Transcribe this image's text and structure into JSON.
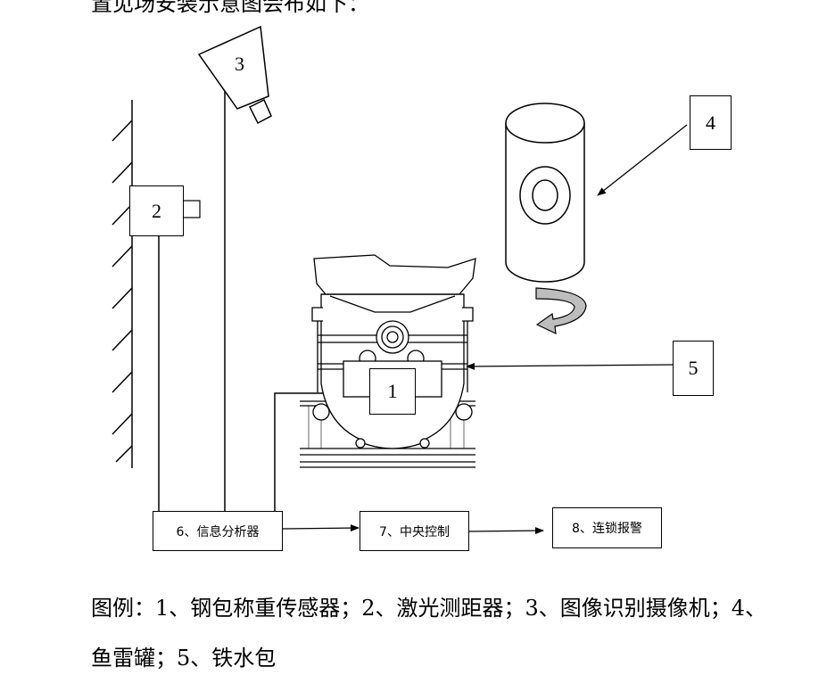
{
  "top_text": "置见场安装示意图会布如下：",
  "callouts": {
    "c1": "1",
    "c2": "2",
    "c3": "3",
    "c4": "4",
    "c5": "5"
  },
  "flow": {
    "box6": "6、信息分析器",
    "box7": "7、中央控制",
    "box8": "8、连锁报警"
  },
  "legend": {
    "line1": "图例：1、钢包称重传感器；2、激光测距器；3、图像识别摄像机；4、",
    "line2": "鱼雷罐；5、铁水包"
  }
}
